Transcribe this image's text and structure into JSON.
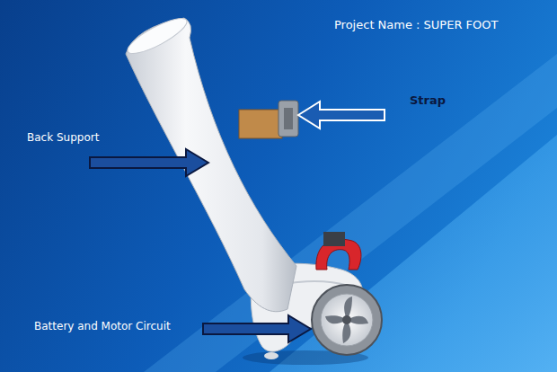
{
  "diagram": {
    "title": "Project Name : SUPER FOOT",
    "labels": [
      "Strap",
      "Back Support",
      "Battery and Motor Circuit"
    ]
  }
}
